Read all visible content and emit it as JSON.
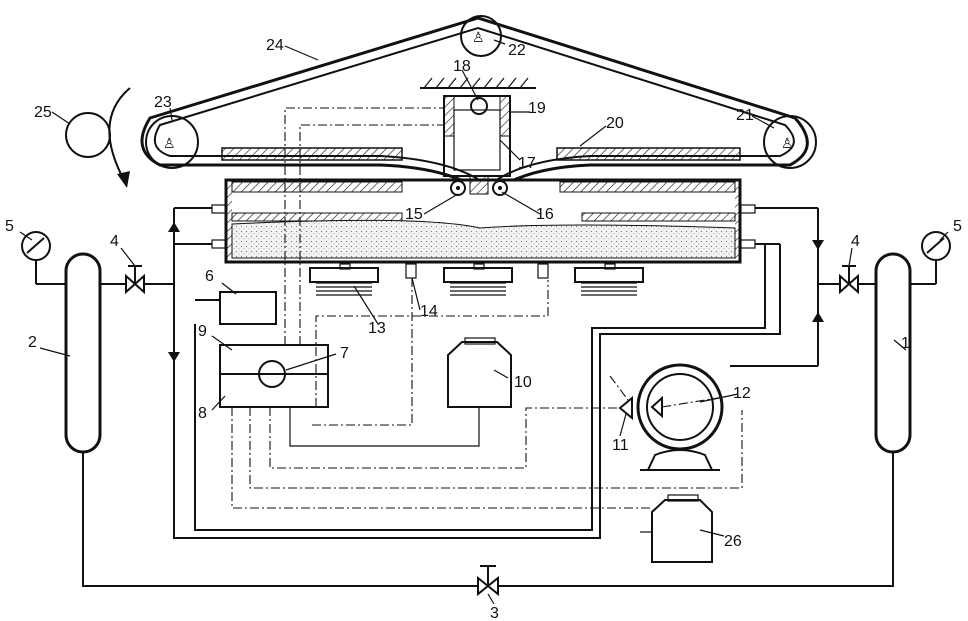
{
  "labels": {
    "l1": "1",
    "l2": "2",
    "l3": "3",
    "l4a": "4",
    "l4b": "4",
    "l5a": "5",
    "l5b": "5",
    "l6": "6",
    "l7": "7",
    "l8": "8",
    "l9": "9",
    "l10": "10",
    "l11": "11",
    "l12": "12",
    "l13": "13",
    "l14": "14",
    "l15": "15",
    "l16": "16",
    "l17": "17",
    "l18": "18",
    "l19": "19",
    "l20": "20",
    "l21": "21",
    "l22": "22",
    "l23": "23",
    "l24": "24",
    "l25": "25",
    "l26": "26"
  }
}
